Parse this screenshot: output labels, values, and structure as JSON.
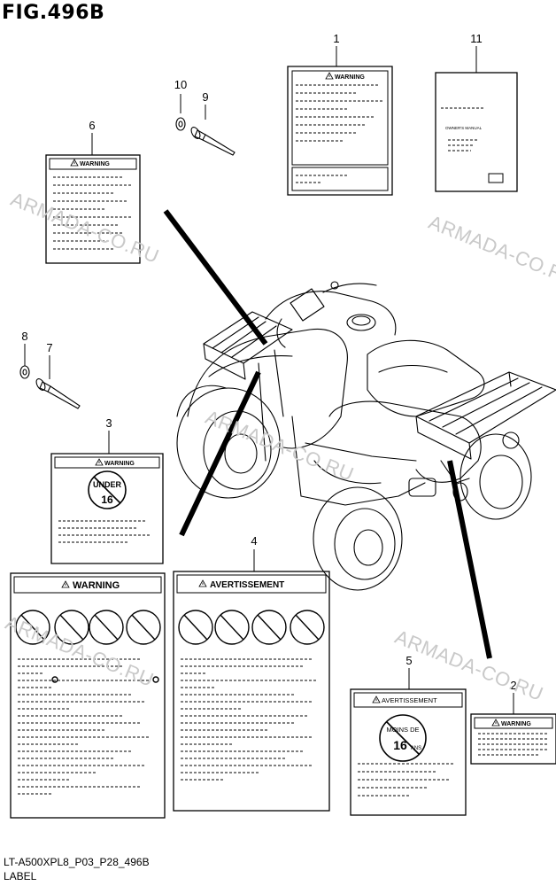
{
  "title": "FIG.496B",
  "footer": {
    "code": "LT-A500XPL8_P03_P28_496B",
    "label": "LABEL"
  },
  "watermark": "ARMADA-CO.RU",
  "callouts": [
    "1",
    "2",
    "3",
    "4",
    "5",
    "6",
    "7",
    "8",
    "9",
    "10",
    "11"
  ],
  "labels": {
    "warning": "WARNING",
    "avertissement": "AVERTISSEMENT",
    "under": "UNDER",
    "under_num": "16",
    "moins_de": "MOINS DE",
    "moins_num": "16",
    "ans": "ANS",
    "owners_manual": "OWNER'S MANUAL"
  }
}
